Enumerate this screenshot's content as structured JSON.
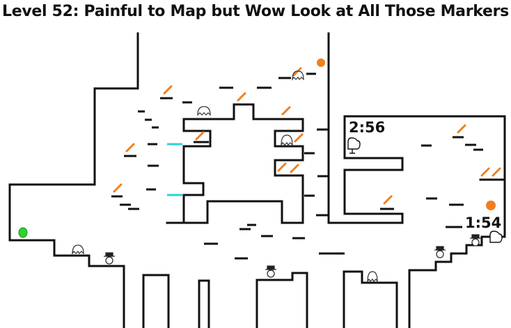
{
  "level": {
    "title": "Level 52: Painful to Map but Wow Look at All Those Markers"
  },
  "timers": [
    {
      "label": "2:56"
    },
    {
      "label": "1:54"
    }
  ],
  "colors": {
    "wall": "#111111",
    "marker": "#f07f1e",
    "coin": "#f07f1e",
    "ice_ledge": "#2ad0e0",
    "player": "#2fd02f"
  },
  "icons": {
    "hand": "glove-icon",
    "ghost": "ghost-enemy-icon",
    "hat": "hat-enemy-icon",
    "player": "player-blob-icon",
    "coin": "orange-coin-icon"
  }
}
